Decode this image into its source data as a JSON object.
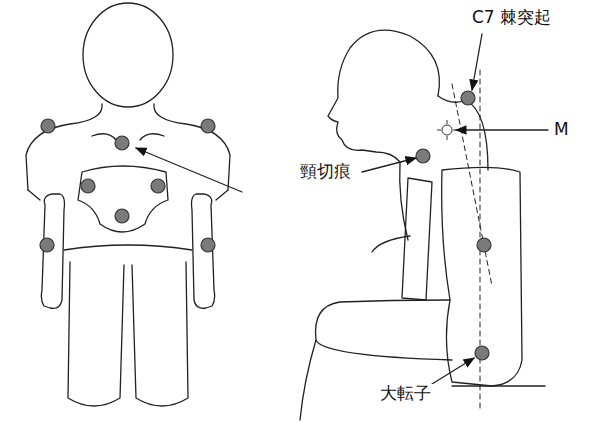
{
  "diagram": {
    "labels": [
      "C7 棘突起",
      "M",
      "頸切痕",
      "大転子"
    ]
  }
}
